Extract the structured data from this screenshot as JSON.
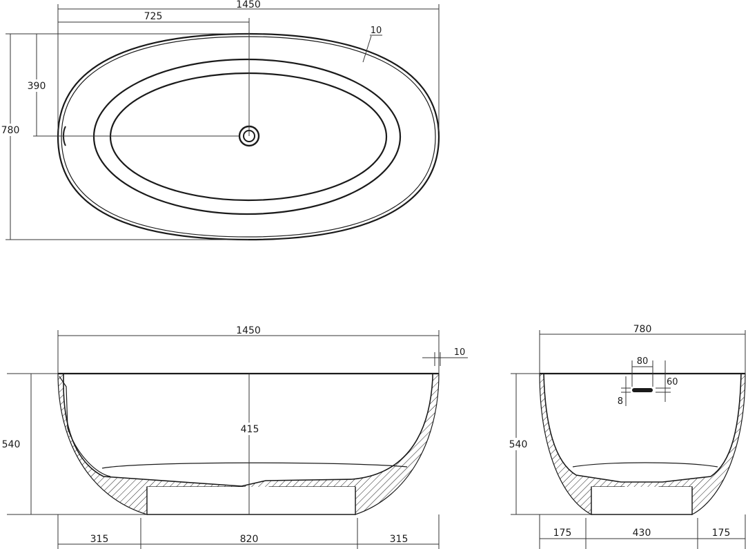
{
  "top_view": {
    "width": "1450",
    "half_width": "725",
    "height": "780",
    "half_height": "390",
    "rim": "10"
  },
  "side_view": {
    "width": "1450",
    "rim": "10",
    "height": "540",
    "inner_depth": "415",
    "left_foot": "315",
    "base": "820",
    "right_foot": "315"
  },
  "end_view": {
    "width": "780",
    "overflow_width": "80",
    "overflow_height": "60",
    "overflow_slot": "8",
    "height": "540",
    "left_foot": "175",
    "base": "430",
    "right_foot": "175"
  }
}
